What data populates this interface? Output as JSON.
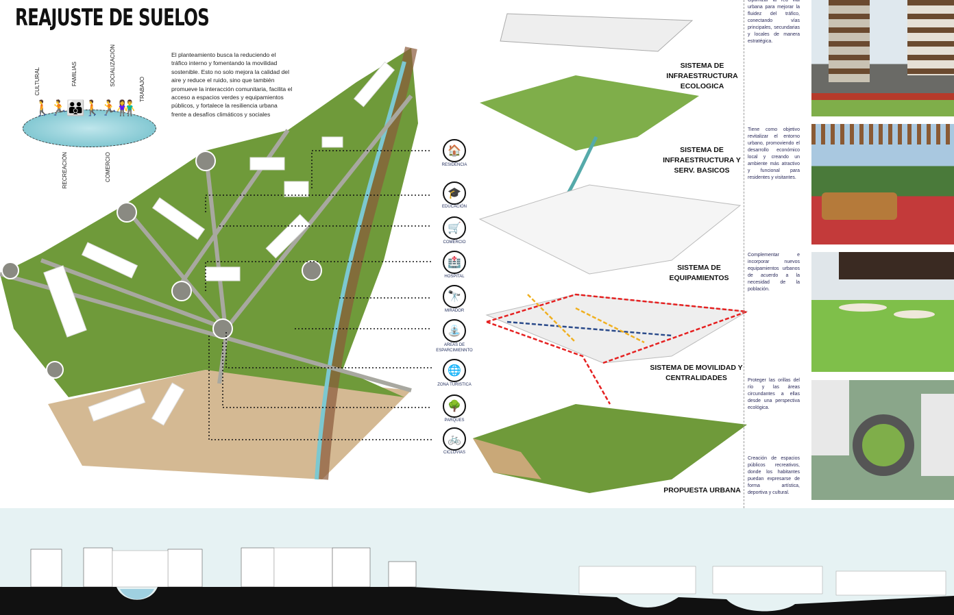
{
  "title": "REAJUSTE DE SUELOS",
  "intro": "El planteamiento busca la reduciendo el tráfico interno y fomentando la movilidad sostenible. Esto no solo mejora la calidad del aire y reduce el ruido, sino que también promueve la interacción comunitaria, facilita el acceso a espacios verdes y equipamientos públicos, y fortalece la resiliencia urbana frente a desafíos climáticos y sociales",
  "social_labels": [
    "CULTURAL",
    "FAMILIAS",
    "SOCIALIZACIÓN",
    "TRABAJO",
    "RECREACIÓN",
    "COMERCIO"
  ],
  "legend": [
    {
      "label": "RESIDENCIA",
      "icon": "house-icon"
    },
    {
      "label": "EDUCACIÓN",
      "icon": "graduation-cap-icon"
    },
    {
      "label": "COMERCIO",
      "icon": "cart-icon"
    },
    {
      "label": "HOSPITAL",
      "icon": "hospital-icon"
    },
    {
      "label": "MIRADOR",
      "icon": "binoculars-icon"
    },
    {
      "label": "AREAS DE ESPARCIMIENNTO",
      "icon": "leisure-icon"
    },
    {
      "label": "ZONA TURISTICA",
      "icon": "globe-icon"
    },
    {
      "label": "PARQUES",
      "icon": "park-icon"
    },
    {
      "label": "CICLOVIAS",
      "icon": "bicycle-icon"
    }
  ],
  "layers": [
    {
      "label": "SISTEMA DE INFRAESTRUCTURA ECOLOGICA",
      "desc": "Optimizar la red vial urbana para mejorar la fluidez del tráfico, conectando vías principales, secundarias y locales de manera estratégica."
    },
    {
      "label": "SISTEMA DE INFRAESTRUCTURA Y SERV. BASICOS",
      "desc": "Tiene como objetivo revitalizar el entorno urbano, promoviendo el desarrollo económico local y creando un ambiente más atractivo y funcional para residentes y visitantes."
    },
    {
      "label": "SISTEMA DE EQUIPAMIENTOS",
      "desc": "Complementar e incorporar nuevos equipamientos urbanos de acuerdo a la necesidad de la población."
    },
    {
      "label": "SISTEMA DE MOVILIDAD Y CENTRALIDADES",
      "desc": "Proteger las orillas del río y las áreas circundantes a ellas desde una perspectiva ecológica."
    },
    {
      "label": "PROPUESTA URBANA",
      "desc": "Creación de espacios públicos recreativos, donde los habitantes puedan expresarse de forma artística, deportiva y cultural."
    }
  ],
  "colors": {
    "green": "#6f9a3a",
    "road": "#a8a8a0",
    "sand": "#c9a878",
    "red": "#e52020",
    "blue": "#2a4a8a",
    "yellow": "#f0b020",
    "water": "#7cc8d0"
  }
}
